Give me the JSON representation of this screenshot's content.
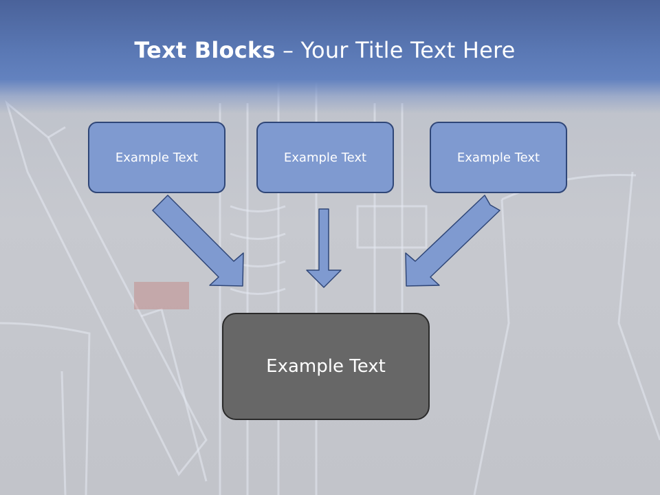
{
  "slide": {
    "title_bold": "Text Blocks",
    "title_rest": " – Your Title Text Here"
  },
  "diagram": {
    "top_boxes": [
      {
        "label": "Example Text"
      },
      {
        "label": "Example Text"
      },
      {
        "label": "Example Text"
      }
    ],
    "center_box": {
      "label": "Example Text"
    }
  },
  "colors": {
    "header": "#5a78b4",
    "top_box_fill": "#7f9ad0",
    "top_box_border": "#2f4677",
    "arrow_fill": "#7f9ad0",
    "center_box_fill": "#676767"
  }
}
